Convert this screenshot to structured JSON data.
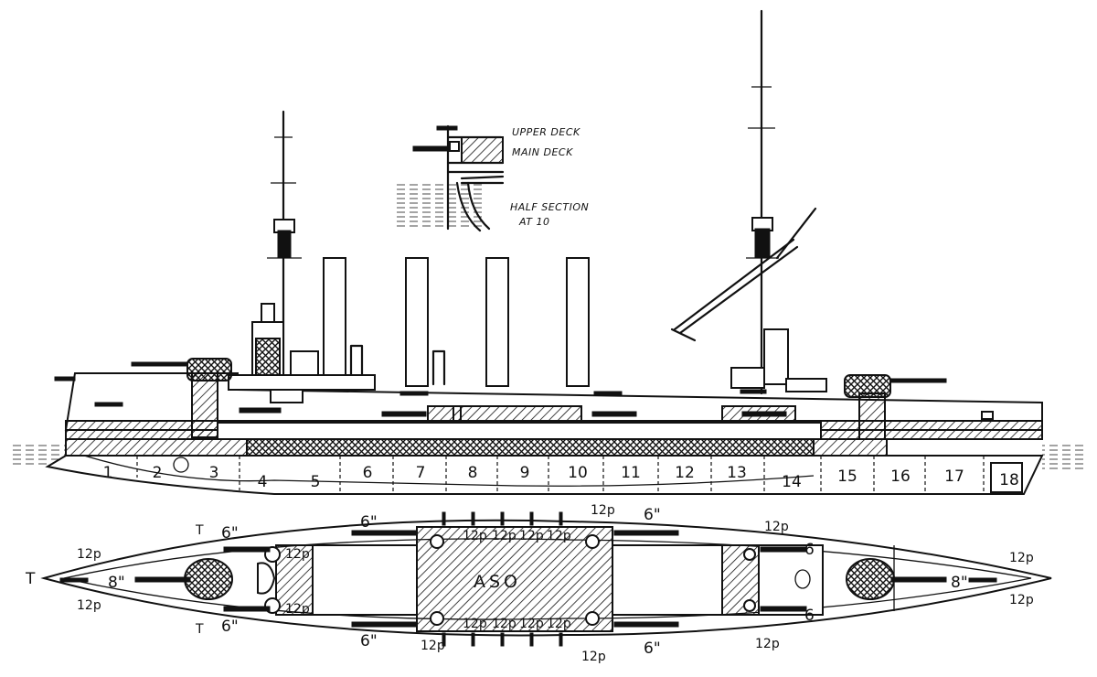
{
  "inset": {
    "upper_deck": "UPPER DECK",
    "main_deck": "MAIN DECK",
    "half_section": "HALF SECTION",
    "at_10": "AT 10"
  },
  "compartments": [
    "1",
    "2",
    "3",
    "4",
    "5",
    "6",
    "7",
    "8",
    "9",
    "10",
    "11",
    "12",
    "13",
    "14",
    "15",
    "16",
    "17",
    "18"
  ],
  "plan": {
    "center_label": "ASO",
    "torpedo": "T",
    "gun_6in": "6\"",
    "gun_8in": "8\"",
    "gun_12p": "12p",
    "gun_6": "6"
  }
}
